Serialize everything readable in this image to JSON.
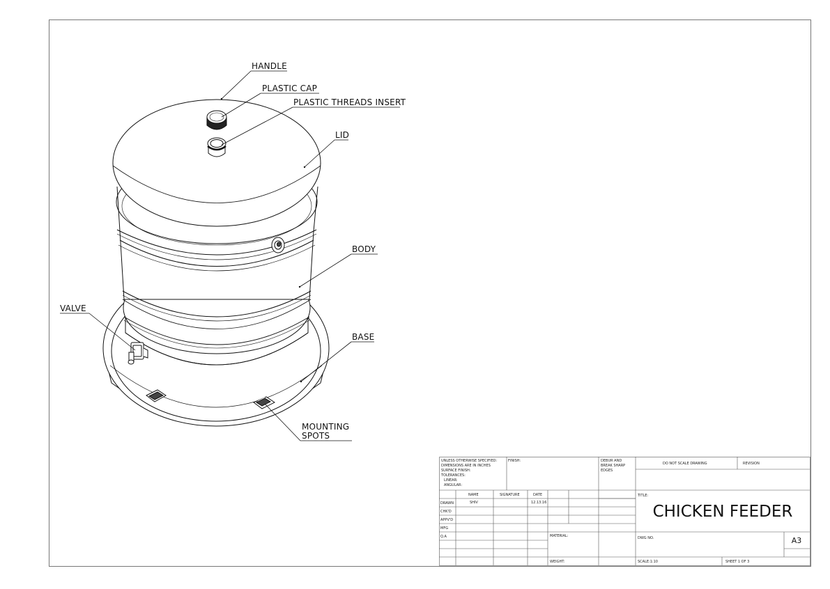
{
  "callouts": {
    "handle": "HANDLE",
    "plastic_cap": "PLASTIC CAP",
    "plastic_threads_insert": "PLASTIC THREADS INSERT",
    "lid": "LID",
    "body": "BODY",
    "valve": "VALVE",
    "base": "BASE",
    "mounting_line1": "MOUNTING",
    "mounting_line2": "SPOTS"
  },
  "title_block": {
    "notes": [
      "UNLESS OTHERWISE SPECIFIED:",
      "DIMENSIONS ARE IN INCHES",
      "SURFACE FINISH:",
      "TOLERANCES:",
      "LINEAR:",
      "ANGULAR:"
    ],
    "finish_label": "FINISH:",
    "deburr": [
      "DEBUR AND",
      "BREAK SHARP",
      "EDGES"
    ],
    "do_not_scale": "DO NOT SCALE DRAWING",
    "revision_label": "REVISION",
    "col_name": "NAME",
    "col_signature": "SIGNATURE",
    "col_date": "DATE",
    "row_drawn": "DRAWN",
    "row_chkd": "CHK'D",
    "row_appvd": "APPV'D",
    "row_mfg": "MFG",
    "row_qa": "Q.A",
    "drawn_name": "SHIV",
    "drawn_date": "12.13.16",
    "title_label": "TITLE:",
    "title": "CHICKEN FEEDER",
    "material_label": "MATERIAL:",
    "dwg_no_label": "DWG NO.",
    "size": "A3",
    "weight_label": "WEIGHT:",
    "scale": "SCALE:1:10",
    "sheet": "SHEET 1 OF 3"
  }
}
